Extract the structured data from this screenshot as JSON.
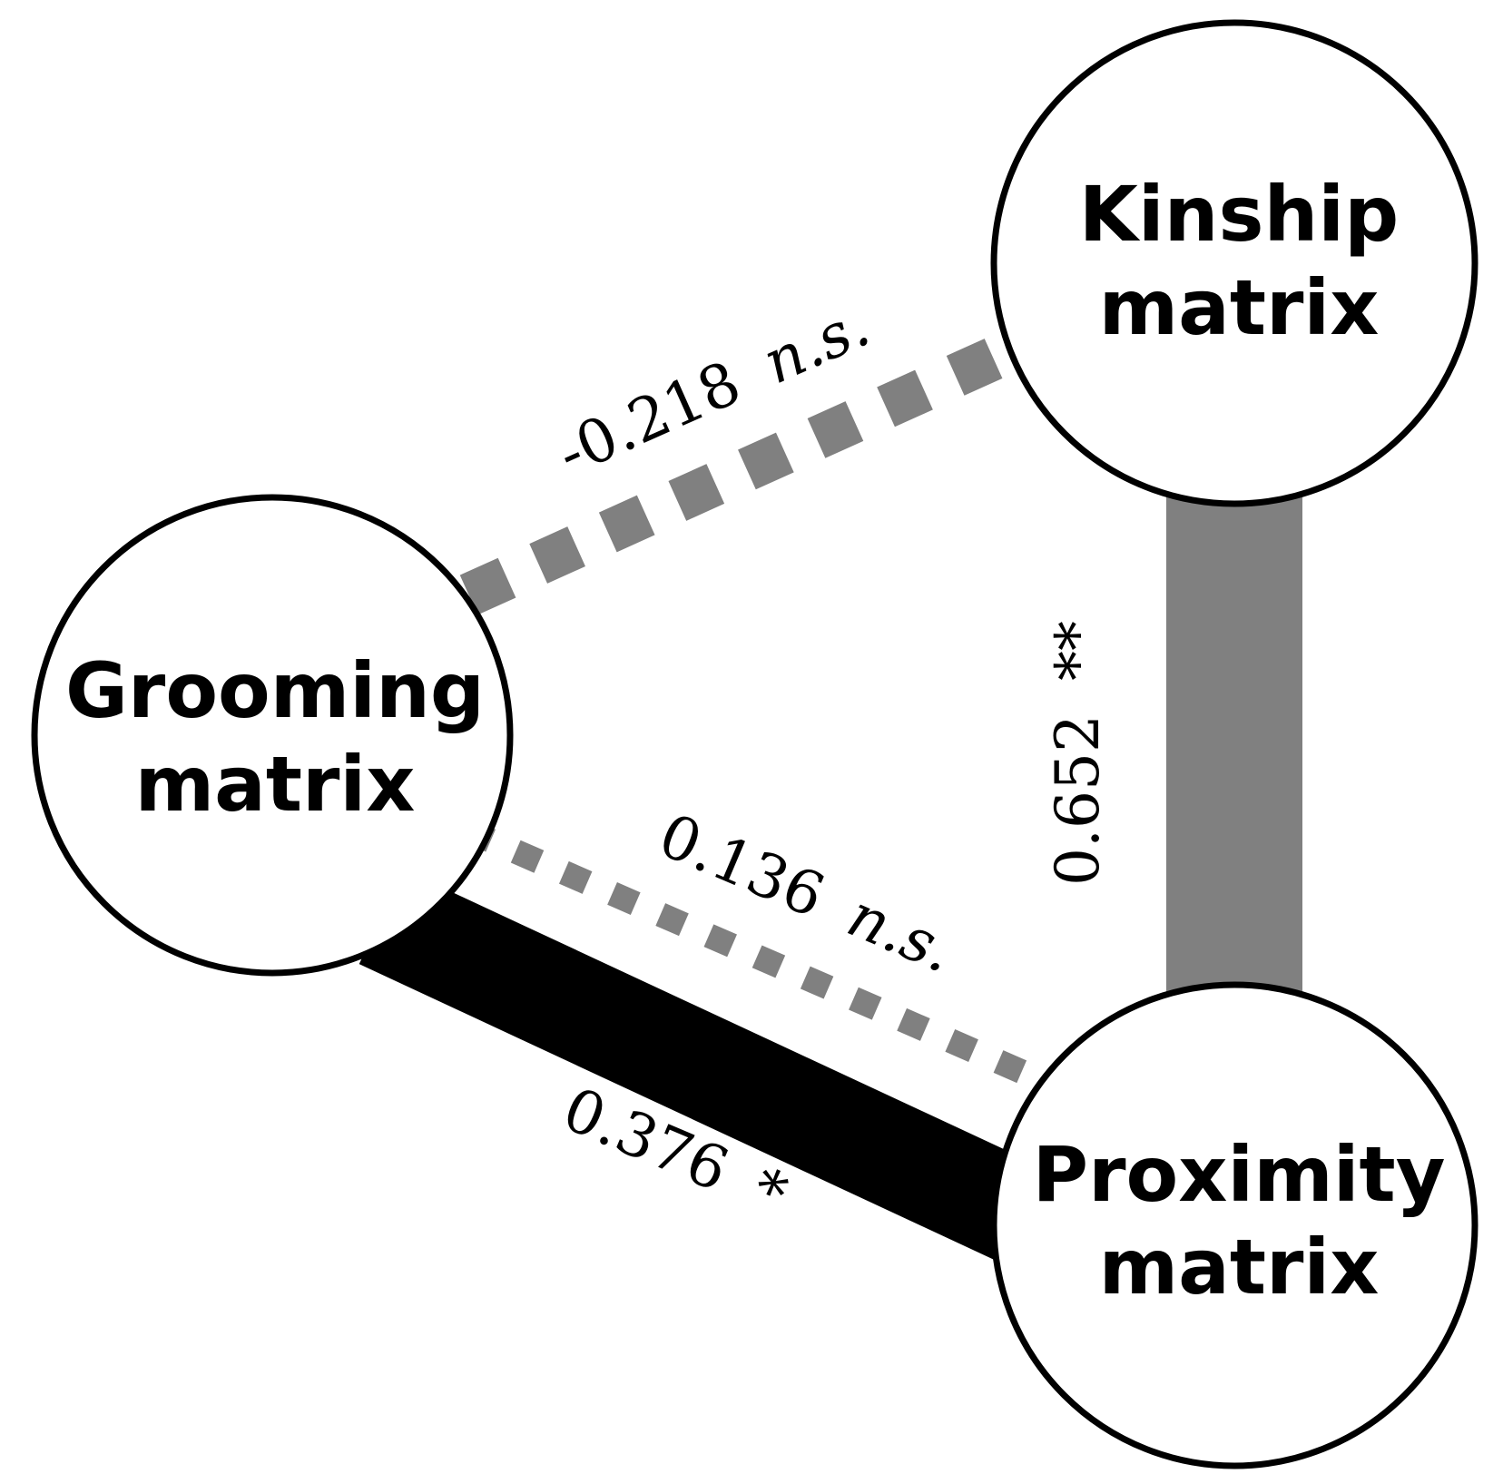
{
  "colors": {
    "background": "#ffffff",
    "node_stroke": "#000000",
    "node_fill": "#ffffff",
    "edge_gray": "#808080",
    "edge_black": "#000000"
  },
  "nodes": {
    "kinship": {
      "line1": "Kinship",
      "line2": "matrix"
    },
    "grooming": {
      "line1": "Grooming",
      "line2": "matrix"
    },
    "proximity": {
      "line1": "Proximity",
      "line2": "matrix"
    }
  },
  "edges": {
    "grooming_kinship": {
      "value": "-0.218",
      "significance": "n.s.",
      "style": "dashed",
      "color": "gray"
    },
    "kinship_proximity": {
      "value": "0.652",
      "significance": "**",
      "style": "solid",
      "color": "gray"
    },
    "grooming_proximity_dashed": {
      "value": "0.136",
      "significance": "n.s.",
      "style": "dashed",
      "color": "gray"
    },
    "grooming_proximity_solid": {
      "value": "0.376",
      "significance": "*",
      "style": "solid",
      "color": "black"
    }
  }
}
